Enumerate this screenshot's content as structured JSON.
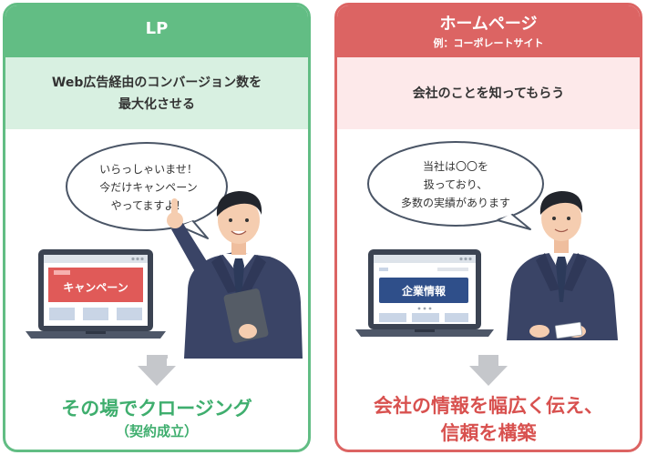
{
  "lp": {
    "title": "LP",
    "band_lines": [
      "Web広告経由のコンバージョン数を",
      "最大化させる"
    ],
    "speech_lines": [
      "いらっしゃいませ！",
      "今だけキャンペーン",
      "やってますよ！"
    ],
    "screen_label": "キャンペーン",
    "outcome_lines": [
      "その場でクロージング",
      "（契約成立）"
    ],
    "accent_color": "#62bd84"
  },
  "hp": {
    "title": "ホームページ",
    "subtitle": "例：コーポレートサイト",
    "band_lines": [
      "会社のことを知ってもらう"
    ],
    "speech_lines": [
      "当社は〇〇を",
      "扱っており、",
      "多数の実績があります"
    ],
    "screen_label": "企業情報",
    "outcome_lines": [
      "会社の情報を幅広く伝え、",
      "信頼を構築"
    ],
    "accent_color": "#dc6463"
  }
}
